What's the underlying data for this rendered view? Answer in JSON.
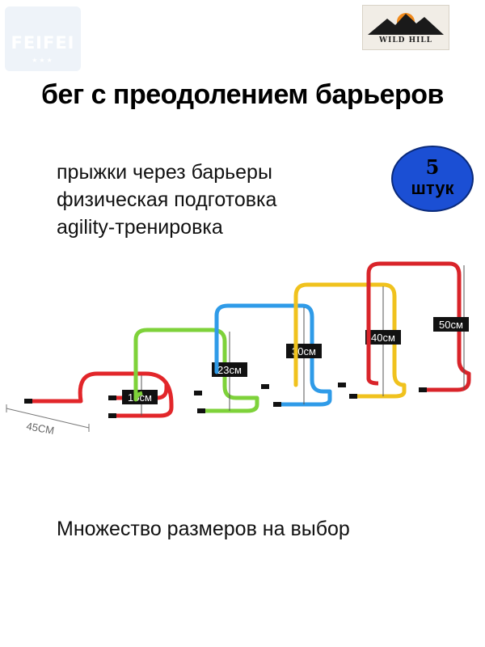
{
  "logos": {
    "feifei": {
      "name": "FEIFEI",
      "stars": "★★★"
    },
    "wild_hill": {
      "name": "WILD HILL"
    }
  },
  "headline": "бег с преодолением барьеров",
  "features": [
    "прыжки через барьеры",
    "физическая подготовка",
    "аgility-тренировка"
  ],
  "badge": {
    "count": "5",
    "unit": "штук"
  },
  "hurdles": {
    "width_label": "45CM",
    "items": [
      {
        "height": "15см",
        "color": "#e2262a"
      },
      {
        "height": "23см",
        "color": "#7ed23a"
      },
      {
        "height": "30см",
        "color": "#2f9be8"
      },
      {
        "height": "40см",
        "color": "#f0c21e"
      },
      {
        "height": "50см",
        "color": "#d9242a"
      }
    ]
  },
  "tagline": "Множество размеров на выбор",
  "colors": {
    "badge": "#1b4fd4",
    "accent": "#e2262a"
  }
}
